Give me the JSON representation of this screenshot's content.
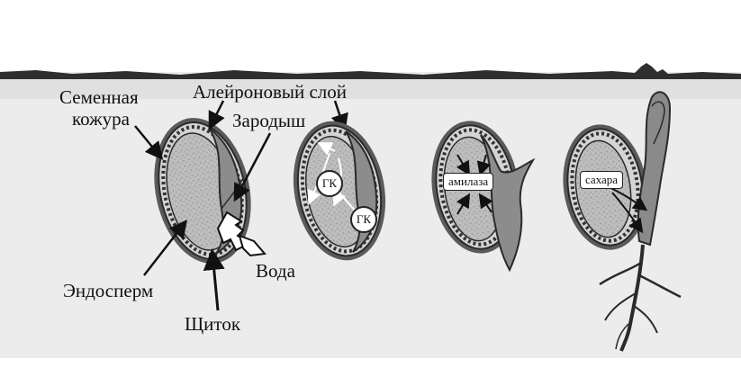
{
  "labels": {
    "seed_coat_line1": "Семенная",
    "seed_coat_line2": "кожура",
    "aleurone_layer": "Алейроновый слой",
    "embryo": "Зародыш",
    "endosperm": "Эндосперм",
    "water": "Вода",
    "scutellum": "Щиток"
  },
  "tags": {
    "gibberellin": "ГК",
    "amylase": "амилаза",
    "sugars": "сахара"
  },
  "colors": {
    "background": "#ececec",
    "soil_edge": "#333333",
    "seed_outline": "#2a2a2a",
    "endosperm_fill": "#b8b8b8",
    "embryo_fill": "#8c8c8c"
  }
}
